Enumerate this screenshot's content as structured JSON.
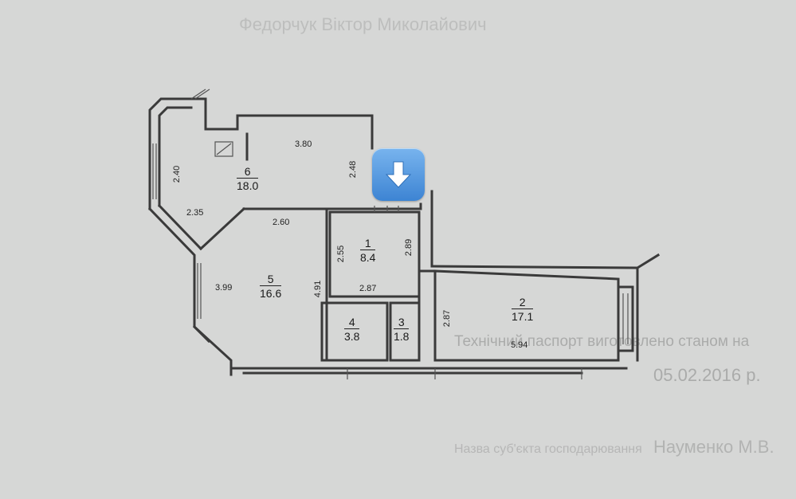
{
  "rooms": [
    {
      "num": "1",
      "area": "8.4"
    },
    {
      "num": "2",
      "area": "17.1"
    },
    {
      "num": "3",
      "area": "1.8"
    },
    {
      "num": "4",
      "area": "3.8"
    },
    {
      "num": "5",
      "area": "16.6"
    },
    {
      "num": "6",
      "area": "18.0"
    }
  ],
  "dimensions": {
    "r6_top": "3.80",
    "r6_right": "2.48",
    "r6_left": "2.40",
    "r6_diag": "2.35",
    "r5_top": "2.60",
    "r5_left": "3.99",
    "r5_right": "4.91",
    "r1_left": "2.55",
    "r1_right": "2.89",
    "r1_bottom": "2.87",
    "r2_left": "2.87",
    "r2_bottom": "5.94"
  },
  "background_text": {
    "header": "Федорчук Віктор Миколайович",
    "right_1": "Технічний паспорт виготовлено станом на",
    "right_2": "05.02.2016 р.",
    "bottom_left": "Назва суб'єкта господарювання",
    "bottom_right": "Науменко М.В."
  },
  "download_button": {
    "icon": "arrow-down-icon",
    "color": "#4a90e2"
  },
  "colors": {
    "paper": "#d6d7d6",
    "wall": "#3a3a3a",
    "accent": "#4a90e2"
  }
}
